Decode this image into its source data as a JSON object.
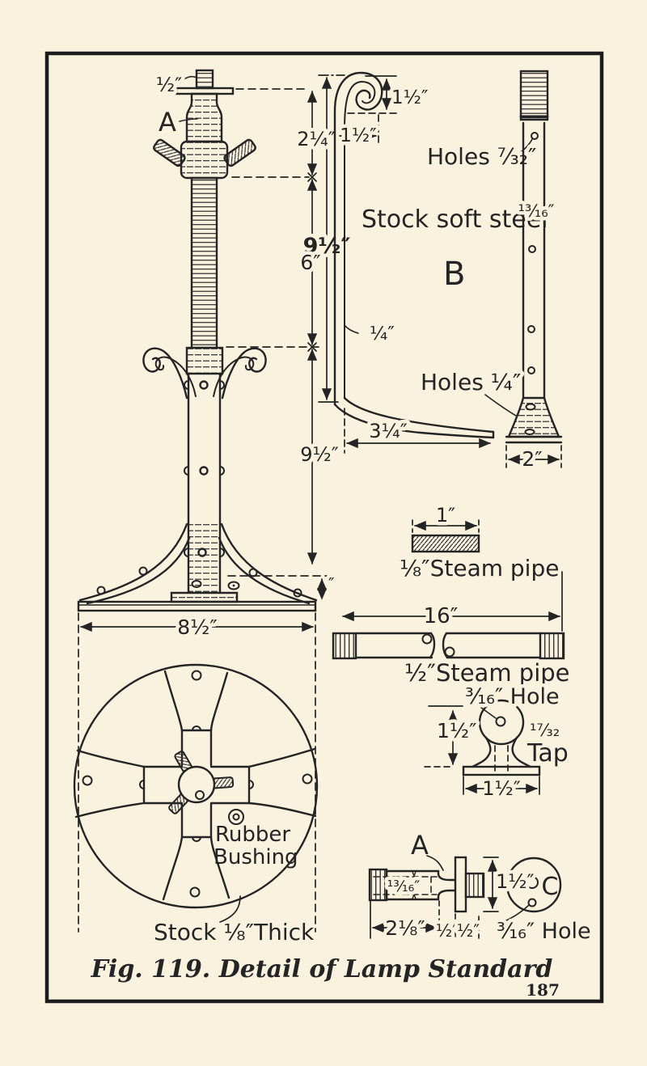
{
  "page": {
    "caption": "Fig. 119.  Detail of Lamp Standard",
    "page_number": "187"
  },
  "colors": {
    "paper": "#f8f2df",
    "ink": "#242424"
  },
  "labels": {
    "tip_diameter": "½″",
    "part_a_upper": "A",
    "dim_2_1_4": "2¼″",
    "dim_9_1_2_upper": "9½″",
    "dim_6": "6″",
    "dim_scroll_height": "1½″",
    "dim_scroll_width": "1½″",
    "holes_7_32": "Holes ⁷⁄₃₂″",
    "stock_note": "Stock soft steel",
    "part_b": "B",
    "dim_13_16_bar": "¹³⁄₁₆″",
    "dim_1_4_thickness": "¼″",
    "holes_1_4": "Holes ¼″",
    "dim_9_1_2_lower": "9½″",
    "dim_3_1_4": "3¼″",
    "dim_2_base": "2″",
    "dim_8_1_2": "8½″",
    "dim_base_height": "″",
    "dim_1_pipe": "1″",
    "pipe_small_label": "⅛″Steam pipe",
    "dim_16_pipe": "16″",
    "pipe_large_label": "½″Steam pipe",
    "tap_hole_label": "³⁄₁₆″ Hole",
    "dim_tap_height": "1½″",
    "tap_thread_size": "¹⁷⁄₃₂",
    "tap_word": "Tap",
    "dim_tap_width": "1½″",
    "rubber_line1": "Rubber",
    "rubber_line2": "Bushing",
    "stock_thickness": "Stock ⅛″Thick",
    "part_a_lower": "A",
    "dim_13_16_bolt": "¹³⁄₁₆″",
    "dim_2_1_8": "2⅛″",
    "dim_1_2_a": "½″",
    "dim_1_2_b": "½″",
    "dim_1_1_2_bolt": "1½″",
    "part_c": "C",
    "bolt_hole_label": "³⁄₁₆″ Hole"
  }
}
